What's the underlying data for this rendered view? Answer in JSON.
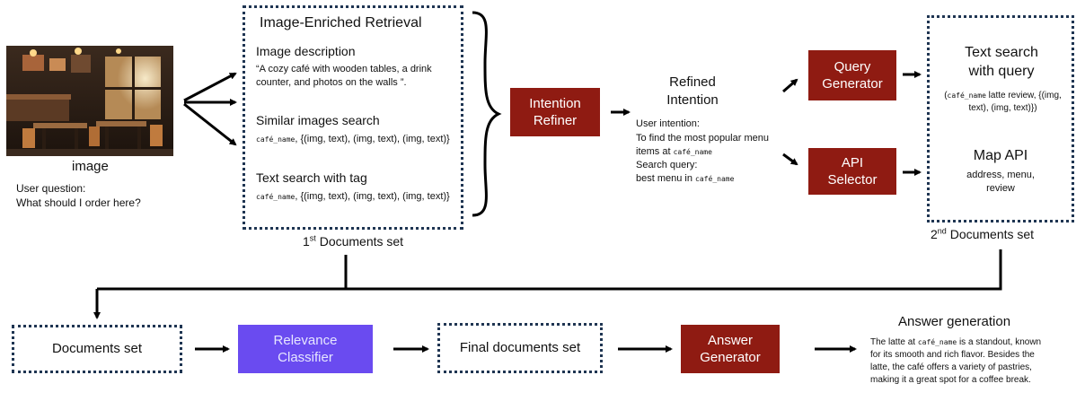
{
  "input": {
    "image_label": "image",
    "question_label": "User question:",
    "question_text": "What should I order here?"
  },
  "retrieval": {
    "title": "Image-Enriched Retrieval",
    "desc_heading": "Image description",
    "desc_text": "“A cozy café with wooden tables, a drink counter, and photos on the walls ”.",
    "similar_heading": "Similar images search",
    "similar_tag": "café_name",
    "similar_text": ",   {(img, text), (img, text), (img, text)}",
    "text_search_heading": "Text search with tag",
    "text_search_tag": "café_name",
    "text_search_text": ",   {(img, text), (img, text), (img, text)}",
    "set_label_prefix": "1",
    "set_label_sup": "st",
    "set_label_suffix": " Documents set"
  },
  "intention_refiner": {
    "label": "Intention Refiner"
  },
  "refined": {
    "title": "Refined Intention",
    "intention_label": "User intention:",
    "intention_text": "To find the most popular menu items at",
    "intention_tag": "café_name",
    "query_label": "Search query:",
    "query_text": "best menu in",
    "query_tag": "café_name"
  },
  "query_generator": {
    "label": "Query Generator"
  },
  "api_selector": {
    "label": "API Selector"
  },
  "second_set": {
    "text_search_title": "Text search with query",
    "text_search_tag": "café_name",
    "text_search_text": " latte review, {(img, text), (img, text)})",
    "map_api_title": "Map API",
    "map_api_text": "address, menu, review",
    "set_label_prefix": "2",
    "set_label_sup": "nd",
    "set_label_suffix": " Documents set"
  },
  "bottom": {
    "documents_set": "Documents set",
    "relevance_classifier": "Relevance Classifier",
    "final_documents_set": "Final documents set",
    "answer_generator": "Answer Generator",
    "answer_title": "Answer generation",
    "answer_prefix": "The latte at",
    "answer_tag": "café_name",
    "answer_text": " is a standout, known for its smooth and rich flavor. Besides the latte, the café offers a variety of pastries, making it a great spot for a coffee break."
  },
  "colors": {
    "dark_red": "#8f1b12",
    "purple": "#6a4bf0",
    "dotted_border": "#1f3552"
  }
}
